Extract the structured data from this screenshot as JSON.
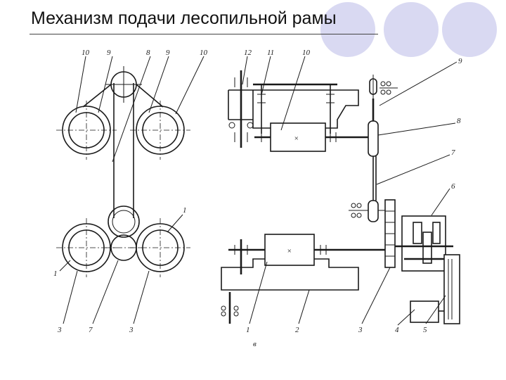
{
  "slide": {
    "title": "Механизм подачи лесопильной рамы",
    "accent_color": "#d9d9f2"
  },
  "left_view": {
    "top_labels": [
      "10",
      "9",
      "8",
      "9",
      "10"
    ],
    "side_label": "1",
    "bottom_labels": [
      "1",
      "3",
      "7",
      "3"
    ]
  },
  "right_view": {
    "top_labels": [
      "12",
      "11",
      "10"
    ],
    "side_labels": [
      "9",
      "8",
      "7",
      "6"
    ],
    "bottom_labels": [
      "1",
      "2",
      "3",
      "4",
      "5"
    ],
    "caption": "в",
    "motor_symbol": "×"
  }
}
